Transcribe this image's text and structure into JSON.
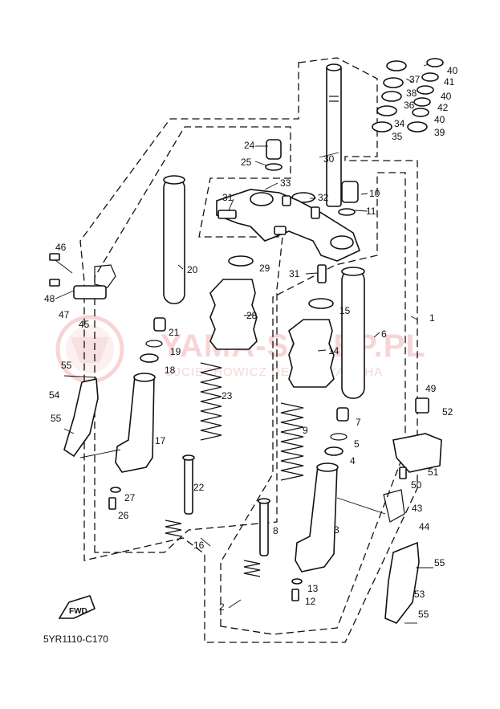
{
  "diagram": {
    "drawing_code": "5YR1110-C170",
    "direction_label": "FWD",
    "watermark": {
      "title": "YAMA-SKLEP.PL",
      "subtitle": "OJCIECHOWICZ DEALER YAMAHA"
    },
    "callouts": {
      "c1": "1",
      "c2": "2",
      "c3": "3",
      "c4": "4",
      "c5": "5",
      "c6": "6",
      "c7": "7",
      "c8": "8",
      "c9": "9",
      "c10": "10",
      "c11": "11",
      "c12": "12",
      "c13": "13",
      "c14": "14",
      "c15": "15",
      "c16": "16",
      "c17": "17",
      "c18": "18",
      "c19": "19",
      "c20": "20",
      "c21": "21",
      "c22": "22",
      "c23": "23",
      "c24": "24",
      "c25": "25",
      "c26": "26",
      "c27": "27",
      "c28": "28",
      "c29": "29",
      "c30": "30",
      "c31a": "31",
      "c31b": "31",
      "c32": "32",
      "c33": "33",
      "c34": "34",
      "c35": "35",
      "c36": "36",
      "c37": "37",
      "c38": "38",
      "c39": "39",
      "c40a": "40",
      "c40b": "40",
      "c40c": "40",
      "c41": "41",
      "c42": "42",
      "c43": "43",
      "c44": "44",
      "c45": "45",
      "c46": "46",
      "c47": "47",
      "c48": "48",
      "c49": "49",
      "c50": "50",
      "c51": "51",
      "c52": "52",
      "c53": "53",
      "c54": "54",
      "c55a": "55",
      "c55b": "55",
      "c55c": "55",
      "c55d": "55"
    }
  }
}
